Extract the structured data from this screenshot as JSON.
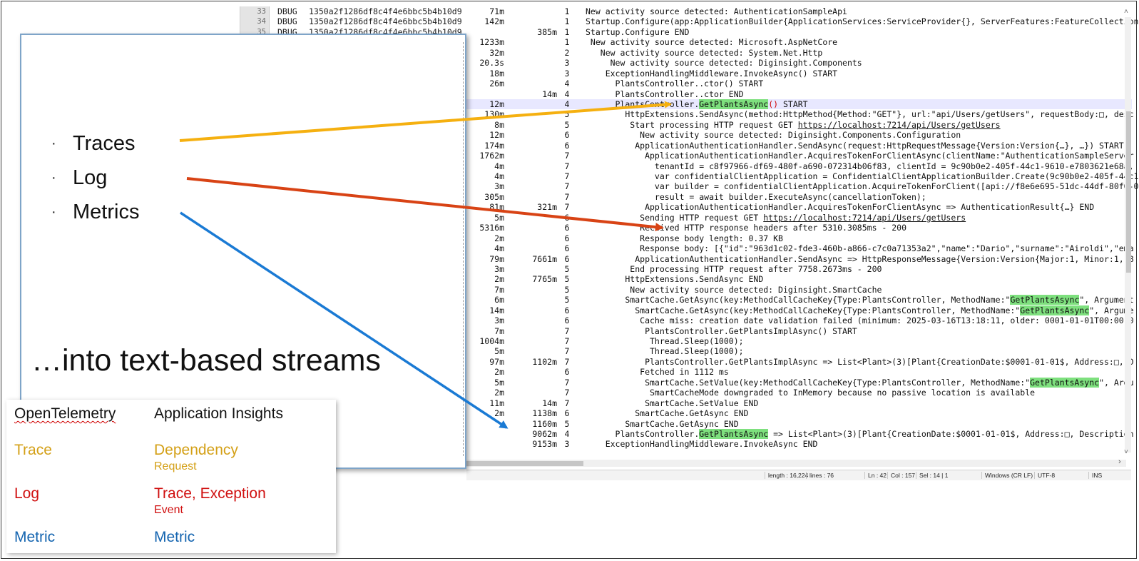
{
  "editor": {
    "rows": [
      {
        "n": "33",
        "lvl": "DBUG",
        "id": "1350a2f1286df8c4f4e6bbc5b4b10d9",
        "t1": "71m",
        "t2": "",
        "d": "1",
        "text": "New activity source detected: AuthenticationSampleApi"
      },
      {
        "n": "34",
        "lvl": "DBUG",
        "id": "1350a2f1286df8c4f4e6bbc5b4b10d9",
        "t1": "142m",
        "t2": "",
        "d": "1",
        "text": "Startup.Configure(app:ApplicationBuilder{ApplicationServices:ServiceProvider{}, ServerFeatures:FeatureCollection"
      },
      {
        "n": "35",
        "lvl": "DBUG",
        "id": "1350a2f1286df8c4f4e6bbc5b4b10d9",
        "t1": "",
        "t2": "385m",
        "d": "1",
        "text": "Startup.Configure END"
      },
      {
        "n": "",
        "lvl": "",
        "id": "",
        "t1": "1233m",
        "t2": "",
        "d": "1",
        "text": " New activity source detected: Microsoft.AspNetCore"
      },
      {
        "n": "",
        "lvl": "",
        "id": "",
        "t1": "32m",
        "t2": "",
        "d": "2",
        "text": "   New activity source detected: System.Net.Http"
      },
      {
        "n": "",
        "lvl": "",
        "id": "",
        "t1": "20.3s",
        "t2": "",
        "d": "3",
        "text": "     New activity source detected: Diginsight.Components"
      },
      {
        "n": "",
        "lvl": "",
        "id": "",
        "t1": "18m",
        "t2": "",
        "d": "3",
        "text": "    ExceptionHandlingMiddleware.InvokeAsync() START"
      },
      {
        "n": "",
        "lvl": "",
        "id": "",
        "t1": "26m",
        "t2": "",
        "d": "4",
        "text": "      PlantsController..ctor() START"
      },
      {
        "n": "",
        "lvl": "",
        "id": "",
        "t1": "",
        "t2": "14m",
        "d": "4",
        "text": "      PlantsController..ctor END"
      },
      {
        "n": "",
        "lvl": "",
        "id": "",
        "t1": "12m",
        "t2": "",
        "d": "4",
        "text": "      PlantsController.",
        "hl": "GetPlantsAsync",
        "paren": "()",
        "after": " START",
        "active": true
      },
      {
        "n": "",
        "lvl": "",
        "id": "",
        "t1": "130m",
        "t2": "",
        "d": "5",
        "text": "        HttpExtensions.SendAsync(method:HttpMethod{Method:\"GET\"}, url:\"api/Users/getUsers\", requestBody:□, desc"
      },
      {
        "n": "",
        "lvl": "",
        "id": "",
        "t1": "8m",
        "t2": "",
        "d": "5",
        "text": "         Start processing HTTP request GET ",
        "link": "https://localhost:7214/api/Users/getUsers"
      },
      {
        "n": "",
        "lvl": "",
        "id": "",
        "t1": "12m",
        "t2": "",
        "d": "6",
        "text": "           New activity source detected: Diginsight.Components.Configuration"
      },
      {
        "n": "",
        "lvl": "",
        "id": "",
        "t1": "174m",
        "t2": "",
        "d": "6",
        "text": "          ApplicationAuthenticationHandler.SendAsync(request:HttpRequestMessage{Version:Version{…}, …}) START"
      },
      {
        "n": "",
        "lvl": "",
        "id": "",
        "t1": "1762m",
        "t2": "",
        "d": "7",
        "text": "            ApplicationAuthenticationHandler.AcquiresTokenForClientAsync(clientName:\"AuthenticationSampleServer"
      },
      {
        "n": "",
        "lvl": "",
        "id": "",
        "t1": "4m",
        "t2": "",
        "d": "7",
        "text": "              tenantId = c8f97966-df69-480f-a690-072314b06f83, clientId = 9c90b0e2-405f-44c1-9610-e7803621e68a,"
      },
      {
        "n": "",
        "lvl": "",
        "id": "",
        "t1": "4m",
        "t2": "",
        "d": "7",
        "text": "              var confidentialClientApplication = ConfidentialClientApplicationBuilder.Create(9c90b0e2-405f-44c1"
      },
      {
        "n": "",
        "lvl": "",
        "id": "",
        "t1": "3m",
        "t2": "",
        "d": "7",
        "text": "              var builder = confidentialClientApplication.AcquireTokenForClient([api://f8e6e695-51dc-44df-80f0-0"
      },
      {
        "n": "",
        "lvl": "",
        "id": "",
        "t1": "305m",
        "t2": "",
        "d": "7",
        "text": "              result = await builder.ExecuteAsync(cancellationToken);"
      },
      {
        "n": "",
        "lvl": "",
        "id": "",
        "t1": "81m",
        "t2": "321m",
        "d": "7",
        "text": "            ApplicationAuthenticationHandler.AcquiresTokenForClientAsync => AuthenticationResult{…} END"
      },
      {
        "n": "",
        "lvl": "",
        "id": "",
        "t1": "5m",
        "t2": "",
        "d": "6",
        "text": "           Sending HTTP request GET ",
        "link": "https://localhost:7214/api/Users/getUsers"
      },
      {
        "n": "",
        "lvl": "",
        "id": "",
        "t1": "5316m",
        "t2": "",
        "d": "6",
        "text": "           Received HTTP response headers after 5310.3085ms - 200"
      },
      {
        "n": "",
        "lvl": "",
        "id": "",
        "t1": "2m",
        "t2": "",
        "d": "6",
        "text": "           Response body length: 0.37 KB"
      },
      {
        "n": "",
        "lvl": "",
        "id": "",
        "t1": "4m",
        "t2": "",
        "d": "6",
        "text": "           Response body: [{\"id\":\"963d1c02-fde3-460b-a866-c7c0a71353a2\",\"name\":\"Dario\",\"surname\":\"Airoldi\",\"ema"
      },
      {
        "n": "",
        "lvl": "",
        "id": "",
        "t1": "79m",
        "t2": "7661m",
        "d": "6",
        "text": "          ApplicationAuthenticationHandler.SendAsync => HttpResponseMessage{Version:Version{Major:1, Minor:1, B"
      },
      {
        "n": "",
        "lvl": "",
        "id": "",
        "t1": "3m",
        "t2": "",
        "d": "5",
        "text": "         End processing HTTP request after 7758.2673ms - 200"
      },
      {
        "n": "",
        "lvl": "",
        "id": "",
        "t1": "2m",
        "t2": "7765m",
        "d": "5",
        "text": "        HttpExtensions.SendAsync END"
      },
      {
        "n": "",
        "lvl": "",
        "id": "",
        "t1": "7m",
        "t2": "",
        "d": "5",
        "text": "         New activity source detected: Diginsight.SmartCache"
      },
      {
        "n": "",
        "lvl": "",
        "id": "",
        "t1": "6m",
        "t2": "",
        "d": "5",
        "text": "        SmartCache.GetAsync(key:MethodCallCacheKey{Type:PlantsController, MethodName:\"",
        "hl": "GetPlantsAsync",
        "after": "\", Argument"
      },
      {
        "n": "",
        "lvl": "",
        "id": "",
        "t1": "14m",
        "t2": "",
        "d": "6",
        "text": "          SmartCache.GetAsync(key:MethodCallCacheKey{Type:PlantsController, MethodName:\"",
        "hl": "GetPlantsAsync",
        "after": "\", Argume"
      },
      {
        "n": "",
        "lvl": "",
        "id": "",
        "t1": "3m",
        "t2": "",
        "d": "6",
        "text": "           Cache miss: creation date validation failed (minimum: 2025-03-16T13:18:11, older: 0001-01-01T00:00:0"
      },
      {
        "n": "",
        "lvl": "",
        "id": "",
        "t1": "7m",
        "t2": "",
        "d": "7",
        "text": "            PlantsController.GetPlantsImplAsync() START"
      },
      {
        "n": "",
        "lvl": "",
        "id": "",
        "t1": "1004m",
        "t2": "",
        "d": "7",
        "text": "             Thread.Sleep(1000);"
      },
      {
        "n": "",
        "lvl": "",
        "id": "",
        "t1": "5m",
        "t2": "",
        "d": "7",
        "text": "             Thread.Sleep(1000);"
      },
      {
        "n": "",
        "lvl": "",
        "id": "",
        "t1": "97m",
        "t2": "1102m",
        "d": "7",
        "text": "            PlantsController.GetPlantsImplAsync => List<Plant>(3)[Plant{CreationDate:$0001-01-01$, Address:□, D"
      },
      {
        "n": "",
        "lvl": "",
        "id": "",
        "t1": "2m",
        "t2": "",
        "d": "6",
        "text": "           Fetched in 1112 ms"
      },
      {
        "n": "",
        "lvl": "",
        "id": "",
        "t1": "5m",
        "t2": "",
        "d": "7",
        "text": "            SmartCache.SetValue(key:MethodCallCacheKey{Type:PlantsController, MethodName:\"",
        "hl": "GetPlantsAsync",
        "after": "\", Argu"
      },
      {
        "n": "",
        "lvl": "",
        "id": "",
        "t1": "2m",
        "t2": "",
        "d": "7",
        "text": "             SmartCacheMode downgraded to InMemory because no passive location is available"
      },
      {
        "n": "",
        "lvl": "",
        "id": "",
        "t1": "11m",
        "t2": "14m",
        "d": "7",
        "text": "            SmartCache.SetValue END"
      },
      {
        "n": "",
        "lvl": "",
        "id": "",
        "t1": "2m",
        "t2": "1138m",
        "d": "6",
        "text": "          SmartCache.GetAsync END"
      },
      {
        "n": "",
        "lvl": "",
        "id": "",
        "t1": "",
        "t2": "1160m",
        "d": "5",
        "text": "        SmartCache.GetAsync END"
      },
      {
        "n": "",
        "lvl": "",
        "id": "",
        "t1": "",
        "t2": "9062m",
        "d": "4",
        "text": "      PlantsController.",
        "hl": "GetPlantsAsync",
        "after": " => List<Plant>(3)[Plant{CreationDate:$0001-01-01$, Address:□, Description"
      },
      {
        "n": "",
        "lvl": "",
        "id": "",
        "t1": "",
        "t2": "9153m",
        "d": "3",
        "text": "    ExceptionHandlingMiddleware.InvokeAsync END"
      }
    ]
  },
  "statusbar": {
    "length": "length : 16,224",
    "lines": "lines : 76",
    "ln": "Ln : 42",
    "col": "Col : 157",
    "sel": "Sel : 14 | 1",
    "eol": "Windows (CR LF)",
    "encoding": "UTF-8",
    "mode": "INS"
  },
  "slide": {
    "bullets": [
      "Traces",
      "Log",
      "Metrics"
    ],
    "bullet_glyph": "·",
    "headline": "…into text-based streams"
  },
  "mapping": {
    "header_left": "OpenTelemetry",
    "header_right": "Application Insights",
    "rows": [
      {
        "left": "Trace",
        "right": "Dependency",
        "right_sub": "Request",
        "color": "#d4a017"
      },
      {
        "left": "Log",
        "right": "Trace, Exception",
        "right_sub": "Event",
        "color": "#d01010"
      },
      {
        "left": "Metric",
        "right": "Metric",
        "right_sub": "",
        "color": "#1565b0"
      }
    ]
  },
  "colors": {
    "traces_arrow": "#f5b010",
    "log_arrow": "#d84315",
    "metrics_arrow": "#1a7ad4",
    "highlight": "#7ee07e"
  }
}
